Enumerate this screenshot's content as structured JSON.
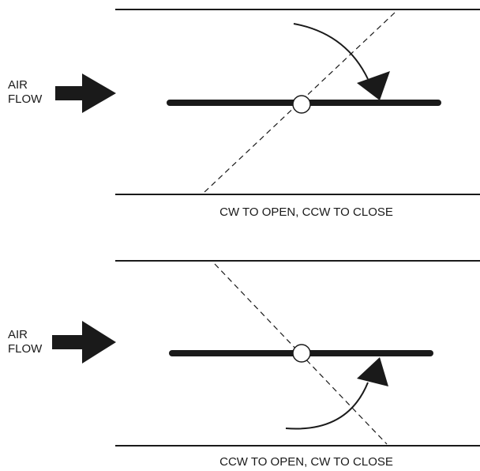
{
  "diagrams": [
    {
      "air_label_line1": "AIR",
      "air_label_line2": "FLOW",
      "caption": "CW TO OPEN, CCW TO CLOSE"
    },
    {
      "air_label_line1": "AIR",
      "air_label_line2": "FLOW",
      "caption": "CCW TO OPEN, CW TO CLOSE"
    }
  ],
  "colors": {
    "stroke": "#1a1a1a",
    "background": "#ffffff"
  }
}
